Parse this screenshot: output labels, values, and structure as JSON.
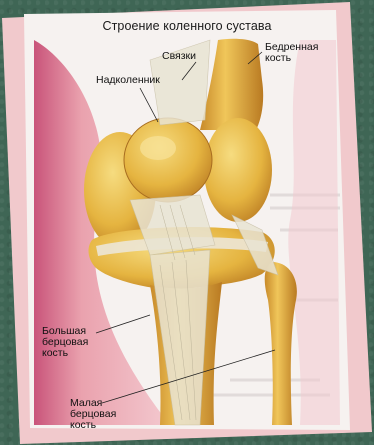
{
  "title": "Строение коленного сустава",
  "labels": {
    "ligaments": "Связки",
    "femur": [
      "Бедренная",
      "кость"
    ],
    "patella": "Надколенник",
    "tibia": [
      "Большая",
      "берцовая",
      "кость"
    ],
    "fibula": [
      "Малая",
      "берцовая",
      "кость"
    ]
  },
  "colors": {
    "background": "#3f6655",
    "frame": "#f1c9cc",
    "bone": "#e8b848",
    "ligament": "#e6e1cf",
    "skin": "#e9a0a8"
  }
}
